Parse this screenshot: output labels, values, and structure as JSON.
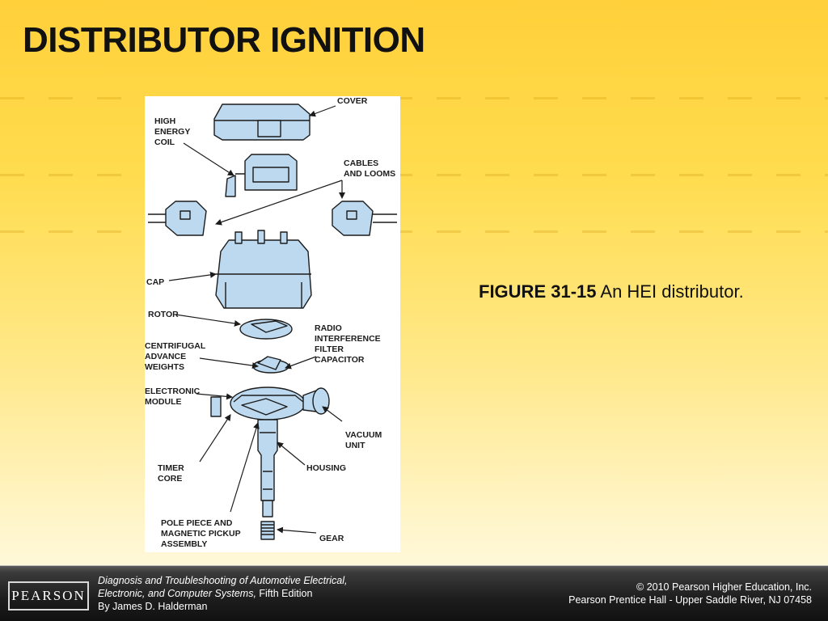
{
  "slide": {
    "title": "DISTRIBUTOR IGNITION"
  },
  "figure": {
    "labels": {
      "cover": "COVER",
      "coil_1": "HIGH",
      "coil_2": "ENERGY",
      "coil_3": "COIL",
      "cables_1": "CABLES",
      "cables_2": "AND LOOMS",
      "cap": "CAP",
      "rotor": "ROTOR",
      "radio_1": "RADIO",
      "radio_2": "INTERFERENCE",
      "radio_3": "FILTER",
      "radio_4": "CAPACITOR",
      "cent_1": "CENTRIFUGAL",
      "cent_2": "ADVANCE",
      "cent_3": "WEIGHTS",
      "module_1": "ELECTRONIC",
      "module_2": "MODULE",
      "vacuum_1": "VACUUM",
      "vacuum_2": "UNIT",
      "timer_1": "TIMER",
      "timer_2": "CORE",
      "housing": "HOUSING",
      "pole_1": "POLE PIECE AND",
      "pole_2": "MAGNETIC PICKUP",
      "pole_3": "ASSEMBLY",
      "gear": "GEAR"
    }
  },
  "caption": {
    "number": "FIGURE 31-15",
    "text": " An HEI distributor."
  },
  "footer": {
    "logo": "PEARSON",
    "book_title_1": "Diagnosis and Troubleshooting of Automotive Electrical,",
    "book_title_2": "Electronic, and Computer Systems,",
    "edition": " Fifth Edition",
    "author": "By James D. Halderman",
    "copyright_1": "© 2010 Pearson Higher Education, Inc.",
    "copyright_2": "Pearson Prentice Hall - Upper Saddle River, NJ 07458"
  },
  "colors": {
    "background_top": "#ffd03a",
    "background_bottom": "#fffbe8",
    "part_fill": "#bcd9ef",
    "part_stroke": "#1c1c1c",
    "footer": "#1d1d1d"
  }
}
